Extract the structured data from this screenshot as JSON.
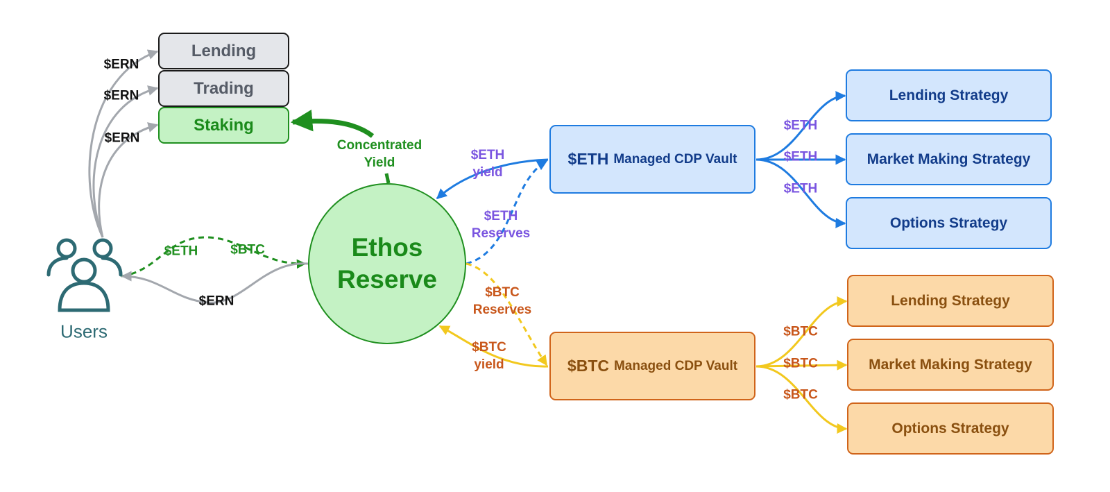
{
  "users": {
    "label": "Users",
    "icon": "users-icon"
  },
  "apps": {
    "lending": "Lending",
    "trading": "Trading",
    "staking": "Staking",
    "ern_labels": [
      "$ERN",
      "$ERN",
      "$ERN"
    ]
  },
  "reserve": {
    "line1": "Ethos",
    "line2": "Reserve"
  },
  "flows": {
    "concentrated_yield": [
      "Concentrated",
      "Yield"
    ],
    "user_eth": "$ETH",
    "user_btc": "$BTC",
    "user_ern": "$ERN",
    "eth_yield": [
      "$ETH",
      "yield"
    ],
    "eth_reserves": [
      "$ETH",
      "Reserves"
    ],
    "btc_reserves": [
      "$BTC",
      "Reserves"
    ],
    "btc_yield": [
      "$BTC",
      "yield"
    ]
  },
  "eth_vault": {
    "asset": "$ETH",
    "label": "Managed CDP Vault",
    "flow_labels": [
      "$ETH",
      "$ETH",
      "$ETH"
    ],
    "strategies": [
      "Lending Strategy",
      "Market Making Strategy",
      "Options Strategy"
    ]
  },
  "btc_vault": {
    "asset": "$BTC",
    "label": "Managed CDP Vault",
    "flow_labels": [
      "$BTC",
      "$BTC",
      "$BTC"
    ],
    "strategies": [
      "Lending Strategy",
      "Market Making Strategy",
      "Options Strategy"
    ]
  },
  "colors": {
    "grey_arrow": "#a3a7ad",
    "green": "#1f8f1f",
    "eth_blue": "#1e7be0",
    "btc_yellow": "#f2c81e",
    "purple_text": "#7a55e0",
    "orange_text": "#c8561a",
    "users_teal": "#2d6a73"
  }
}
